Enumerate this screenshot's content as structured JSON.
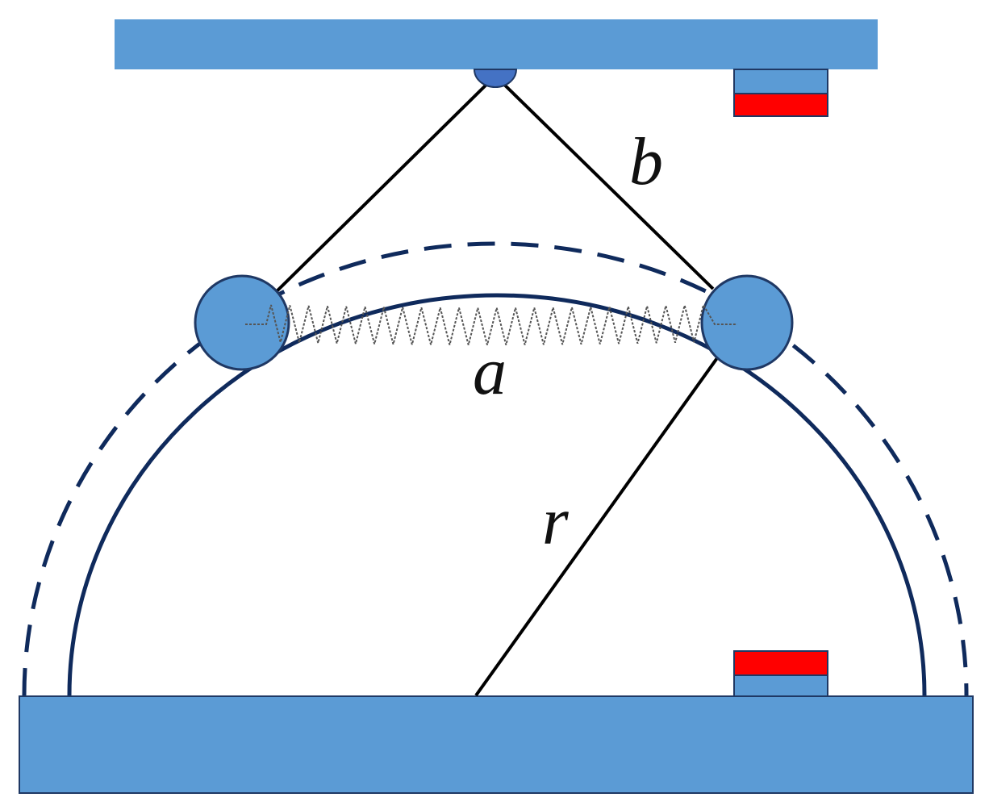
{
  "labels": {
    "rope": "b",
    "spring": "a",
    "radius": "r"
  },
  "colors": {
    "plate_fill": "#5b9bd5",
    "ball_fill": "#5b9bd5",
    "outline": "#1f3864",
    "arc_stroke": "#0f2a5c",
    "rope_stroke": "#000000",
    "spring_stroke": "#555555",
    "magnet_north": "#ff0000",
    "magnet_south": "#5b9bd5",
    "background": "#ffffff"
  }
}
